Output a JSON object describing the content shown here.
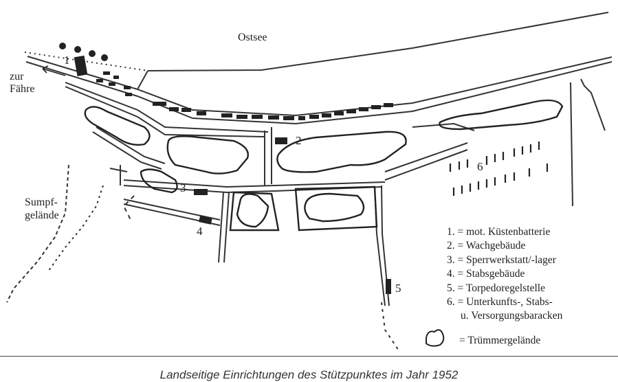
{
  "map": {
    "sea_label": "Ostsee",
    "ferry_label_line1": "zur",
    "ferry_label_line2": "Fähre",
    "swamp_label_line1": "Sumpf-",
    "swamp_label_line2": "gelände",
    "markers": [
      "1",
      "2",
      "3",
      "4",
      "5",
      "6"
    ]
  },
  "legend": {
    "items": [
      "1. = mot. Küstenbatterie",
      "2. = Wachgebäude",
      "3. = Sperrwerkstatt/-lager",
      "4. = Stabsgebäude",
      "5. = Torpedoregelstelle",
      "6. = Unterkunfts-, Stabs-",
      "u. Versorgungsbaracken"
    ],
    "rubble_label": "= Trümmergelände"
  },
  "caption": "Landseitige Einrichtungen des Stützpunktes im Jahr 1952"
}
